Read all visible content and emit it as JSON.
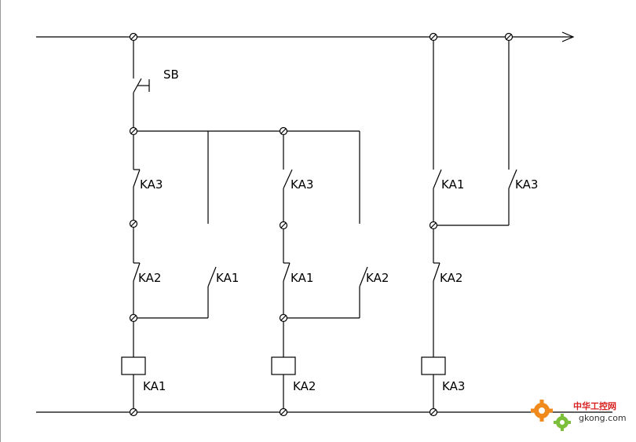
{
  "diagram": {
    "labels": {
      "sb": "SB",
      "col1_ka3": "KA3",
      "col1_ka2": "KA2",
      "col1_bypass_ka1": "KA1",
      "col1_coil": "KA1",
      "col2_ka3": "KA3",
      "col2_ka1": "KA1",
      "col2_bypass_ka2": "KA2",
      "col2_coil": "KA2",
      "col3_ka1": "KA1",
      "col3_ka3": "KA3",
      "col3_ka2": "KA2",
      "col3_coil": "KA3"
    }
  },
  "watermark": {
    "cn": "中华工控网",
    "en": "gkong.com"
  },
  "colors": {
    "line": "#000000",
    "background": "#ffffff",
    "watermark_red": "#d81e1e",
    "watermark_orange": "#f08a1c",
    "watermark_green": "#7cbf3a"
  }
}
